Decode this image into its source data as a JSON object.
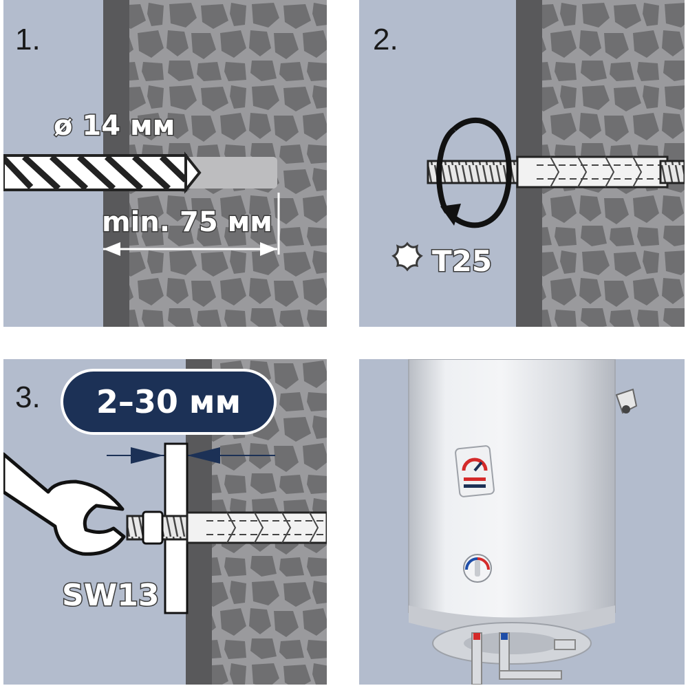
{
  "panels": [
    {
      "step": "1.",
      "diameter_label": "ø 14 мм",
      "depth_label": "min. 75 мм"
    },
    {
      "step": "2.",
      "bit_label": "T25"
    },
    {
      "step": "3.",
      "thickness_label": "2–30 мм",
      "wrench_label": "SW13"
    },
    {
      "step": ""
    }
  ],
  "colors": {
    "background_panel": "#b3bccd",
    "wall_plaster": "#59595b",
    "stone_fill": "#6f6f71",
    "mortar": "#9a9a9d",
    "pill": "#1c3156",
    "heater_body": "#e4e6ea",
    "hot_red": "#d42a2a",
    "cold_blue": "#1f4ea8"
  },
  "icons": [
    "drill-bit-icon",
    "rotation-arrow-icon",
    "torx-star-icon",
    "wrench-icon",
    "water-heater-icon",
    "thermostat-knob-icon",
    "temperature-indicator-icon"
  ]
}
